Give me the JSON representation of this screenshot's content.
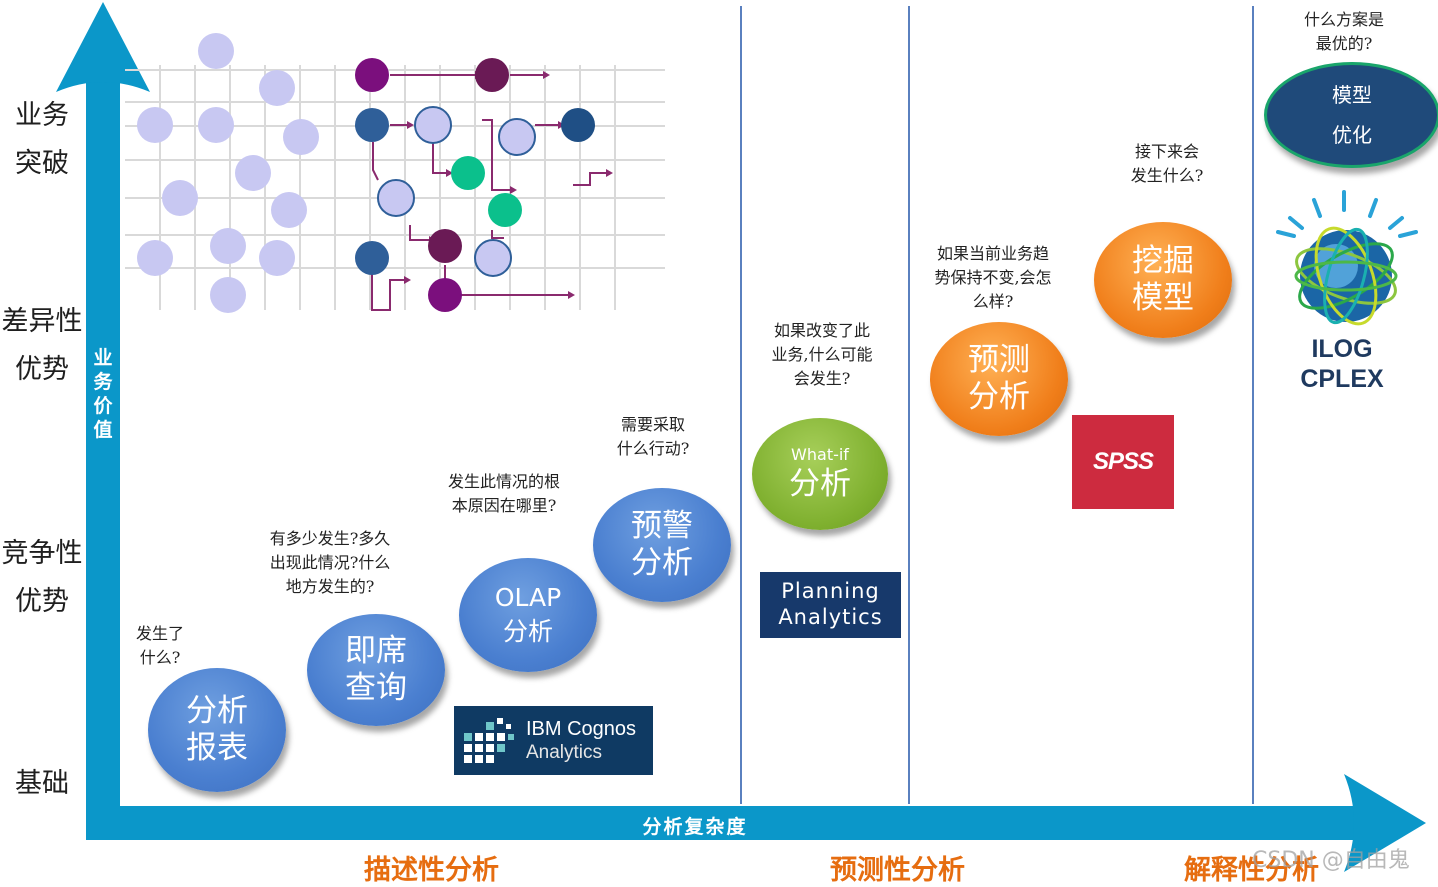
{
  "y_axis": {
    "title": "业务价值",
    "levels": [
      {
        "text": "业务\n突破"
      },
      {
        "text": "差异性\n优势"
      },
      {
        "text": "竞争性\n优势"
      },
      {
        "text": "基础"
      }
    ]
  },
  "x_axis": {
    "title": "分析复杂度"
  },
  "sections": [
    "描述性分析",
    "预测性分析",
    "解释性分析"
  ],
  "bubbles": [
    {
      "id": "report",
      "text": "分析\n报表",
      "question": "发生了\n什么?"
    },
    {
      "id": "adhoc",
      "text": "即席\n查询",
      "question": "有多少发生?多久\n出现此情况?什么\n地方发生的?"
    },
    {
      "id": "olap",
      "text": "OLAP\n分析",
      "question": "发生此情况的根\n本原因在哪里?"
    },
    {
      "id": "alert",
      "text": "预警\n分析",
      "question": "需要采取\n什么行动?"
    },
    {
      "id": "whatif",
      "small": "What-if",
      "text": "分析",
      "question": "如果改变了此\n业务,什么可能\n会发生?"
    },
    {
      "id": "predict",
      "text": "预测\n分析",
      "question": "如果当前业务趋\n势保持不变,会怎\n么样?"
    },
    {
      "id": "mining",
      "text": "挖掘\n模型",
      "question": "接下来会\n发生什么?"
    },
    {
      "id": "optimize",
      "text": "模型\n优化",
      "question": "什么方案是\n最优的?"
    }
  ],
  "products": {
    "cognos": {
      "line1": "IBM Cognos",
      "line2": "Analytics"
    },
    "planning": {
      "line1": "Planning",
      "line2": "Analytics"
    },
    "spss": "SPSS",
    "ilog": {
      "line1": "ILOG",
      "line2": "CPLEX"
    }
  },
  "watermark": "CSDN @自由鬼",
  "colors": {
    "axis": "#0b97c9",
    "section_title": "#e66d10",
    "bubble_blue": "#4a7fd0",
    "bubble_green": "#7fb02f",
    "bubble_orange": "#f07e1a",
    "optimize_oval": "#1f4a7a",
    "cognos_bg": "#0f3a63",
    "planning_bg": "#17396b",
    "spss_bg": "#cd2b3f"
  }
}
